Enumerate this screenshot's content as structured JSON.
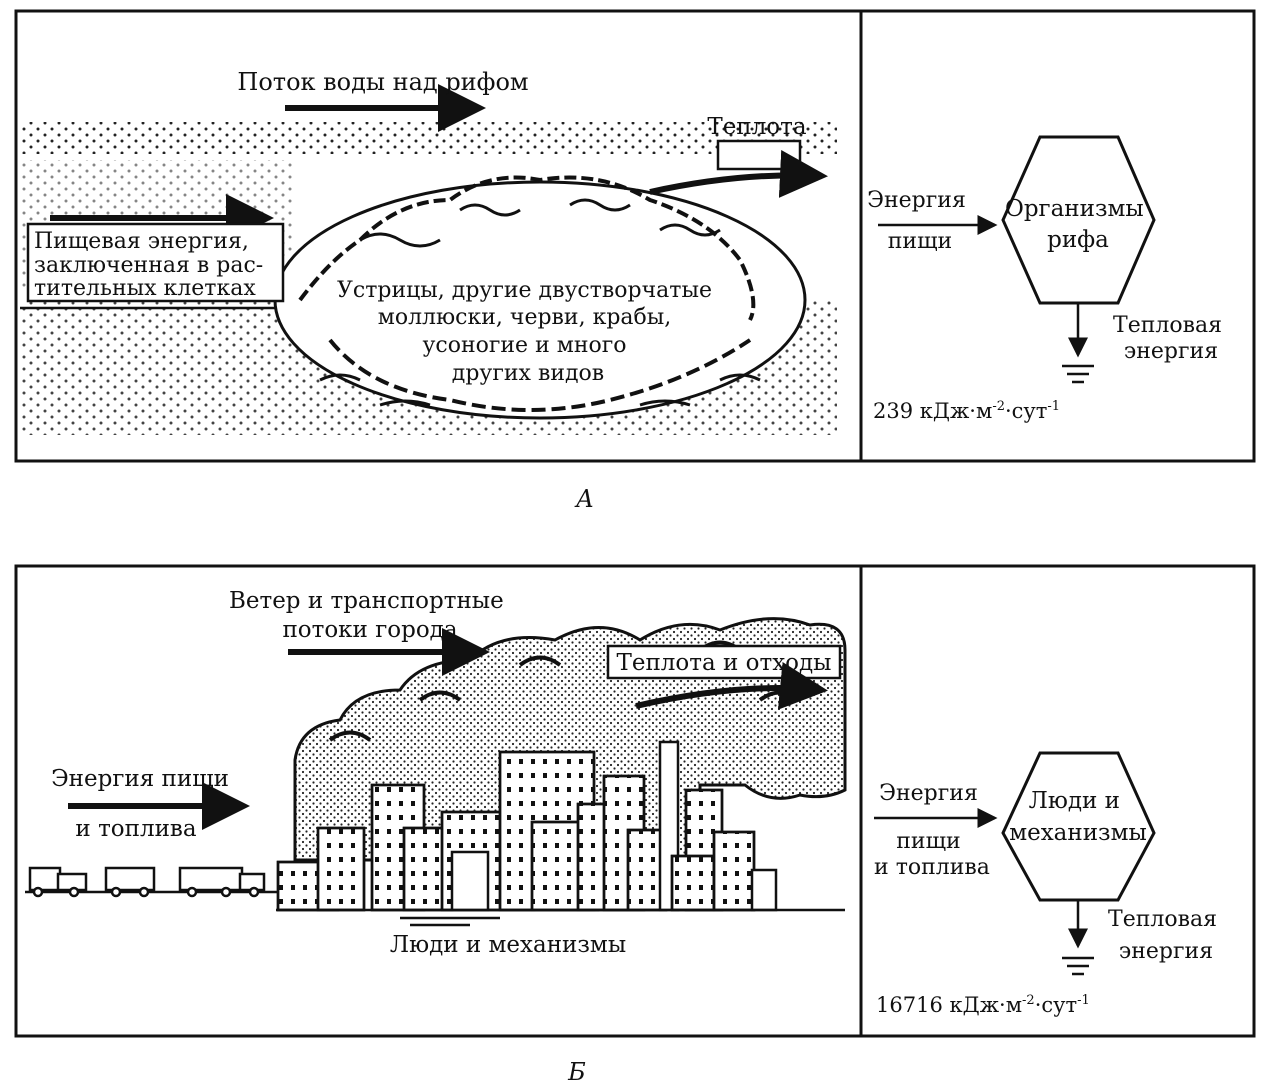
{
  "panel_a": {
    "caption": "А",
    "water_flow": "Поток воды над рифом",
    "heat": "Теплота",
    "food_energy": [
      "Пищевая энергия,",
      "заключенная в рас-",
      "тительных клетках"
    ],
    "reef_text": [
      "Устрицы, другие двустворчатые",
      "моллюски, черви, крабы,",
      "усоногие и много",
      "других видов"
    ],
    "model": {
      "input": [
        "Энергия",
        "пищи"
      ],
      "node": [
        "Организмы",
        "рифа"
      ],
      "output": [
        "Тепловая",
        "энергия"
      ],
      "rate_value": "239",
      "rate_unit": "кДж·м",
      "rate_exp1": "-2",
      "rate_mid": "·сут",
      "rate_exp2": "-1"
    }
  },
  "panel_b": {
    "caption": "Б",
    "wind": [
      "Ветер и транспортные",
      "потоки города"
    ],
    "heat_waste": "Теплота и отходы",
    "food_fuel": [
      "Энергия пищи",
      "и топлива"
    ],
    "city_label": "Люди и механизмы",
    "model": {
      "input": [
        "Энергия",
        "пищи",
        "и топлива"
      ],
      "node": [
        "Люди и",
        "механизмы"
      ],
      "output": [
        "Тепловая",
        "энергия"
      ],
      "rate_value": "16716",
      "rate_unit": "кДж·м",
      "rate_exp1": "-2",
      "rate_mid": "·сут",
      "rate_exp2": "-1"
    }
  }
}
